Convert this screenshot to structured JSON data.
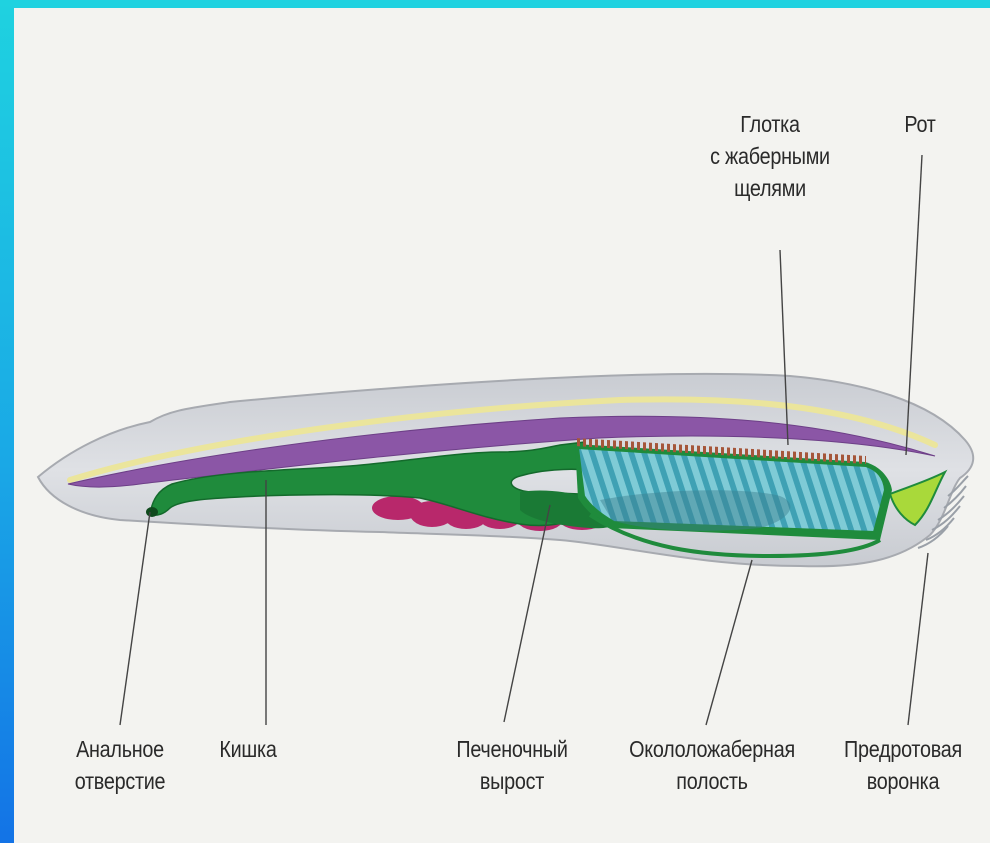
{
  "labels": {
    "pharynx": [
      "Глотка",
      "с жаберными",
      "щелями"
    ],
    "mouth": [
      "Рот"
    ],
    "anal": [
      "Анальное",
      "отверстие"
    ],
    "intestine": [
      "Кишка"
    ],
    "liver": [
      "Печеночный",
      "вырост"
    ],
    "atrial": [
      "Окололожаберная",
      "полость"
    ],
    "funnel": [
      "Предротовая",
      "воронка"
    ]
  },
  "colors": {
    "body": "#d7d9dd",
    "notochord": "#8b56a6",
    "nerve_cord": "#e9e39a",
    "gut": "#1f8b3c",
    "gills": "#63b9c6",
    "gonads": "#b8286b",
    "mouth": "#a9d93a"
  }
}
